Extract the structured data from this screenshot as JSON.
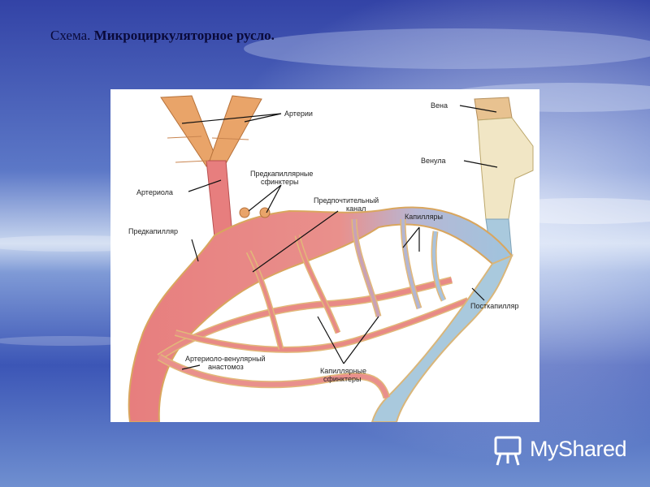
{
  "slide": {
    "title_prefix": "Схема. ",
    "title_bold": "Микроциркуляторное русло."
  },
  "colors": {
    "artery": "#e47f7c",
    "vessel_wall": "#e2b879",
    "vein": "#a9c9dd",
    "vein_wall": "#e9d7a9",
    "background_top": "#3a49a8",
    "background_bottom": "#7fa2d6"
  },
  "labels": {
    "arteries": "Артерии",
    "vein": "Вена",
    "venule": "Венула",
    "precap_sphincters_1": "Предкапиллярные",
    "precap_sphincters_2": "сфинктеры",
    "arteriole": "Артериола",
    "preferred_channel_1": "Предпочтительный",
    "preferred_channel_2": "канал",
    "capillaries": "Капилляры",
    "precapillary": "Предкапилляр",
    "postcapillary": "Посткапилляр",
    "av_anastomosis_1": "Артериоло-венулярный",
    "av_anastomosis_2": "анастомоз",
    "cap_sphincters_1": "Капиллярные",
    "cap_sphincters_2": "сфинктеры"
  },
  "watermark": {
    "text": "MyShared",
    "icon": "presentation-board-icon"
  }
}
